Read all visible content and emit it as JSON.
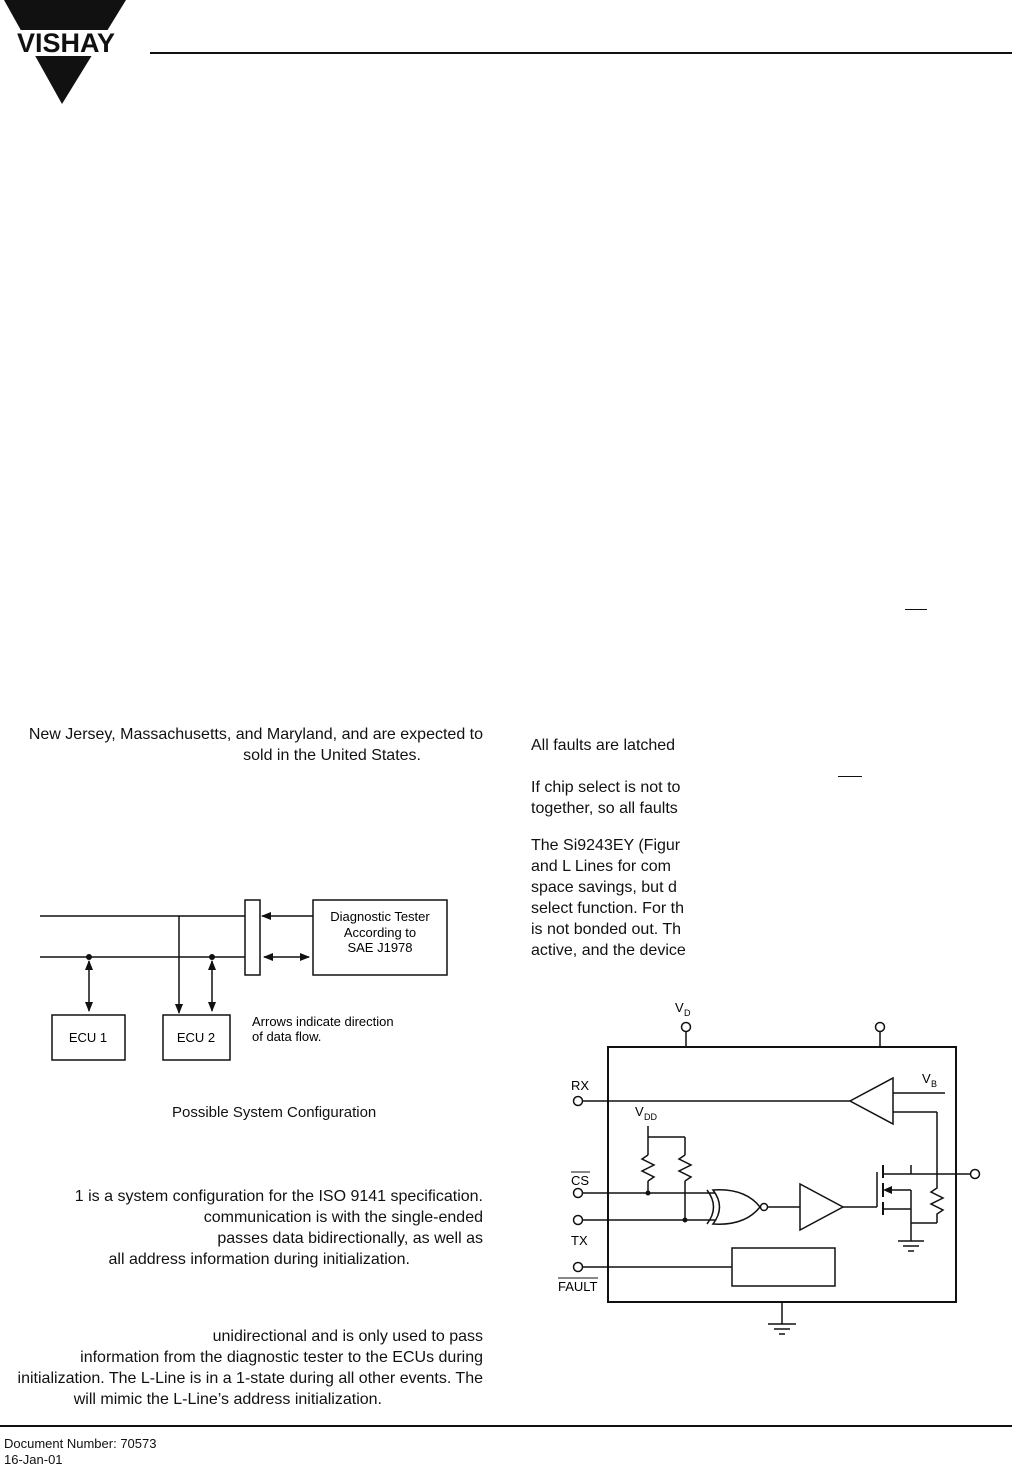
{
  "header": {
    "logo_text": "VISHAY"
  },
  "left_column": {
    "intro_lines": [
      "New Jersey, Massachusetts, and Maryland, and are expected to",
      "sold in the United States."
    ],
    "figure1": {
      "tester_lines": [
        "Diagnostic Tester",
        "According to",
        "SAE J1978"
      ],
      "ecu1": "ECU 1",
      "ecu2": "ECU 2",
      "arrows_note": [
        "Arrows indicate direction",
        "of data flow."
      ],
      "caption": "Possible System Configuration"
    },
    "para1_lines": [
      "1 is a system configuration for the ISO 9141 specification.",
      "communication  is  with  the  single-ended",
      "passes  data  bidirectionally,  as  well  as",
      "all address information during initialization."
    ],
    "para2_lines": [
      "unidirectional  and  is  only  used  to  pass",
      "information from the diagnostic tester to the ECUs during",
      "initialization. The L-Line is in a 1-state during all other events. The",
      "will mimic the L-Line’s address initialization."
    ]
  },
  "right_column": {
    "p1": "All faults are latched",
    "p2_lines": [
      "If chip select is not to",
      "together, so all faults"
    ],
    "p3_lines": [
      "The Si9243EY (Figur",
      "and L Lines for com",
      "space savings, but d",
      "select function. For th",
      "is not bonded out. Th",
      "active, and the device"
    ],
    "figure2": {
      "vd": "V",
      "vd_sub": "D",
      "vb": "V",
      "vb_sub": "B",
      "vdd": "V",
      "vdd_sub": "DD",
      "rx": "RX",
      "cs": "CS",
      "tx": "TX",
      "fault": "FAULT"
    }
  },
  "footer": {
    "doc_number": "Document Number:  70573",
    "date": "16-Jan-01"
  }
}
